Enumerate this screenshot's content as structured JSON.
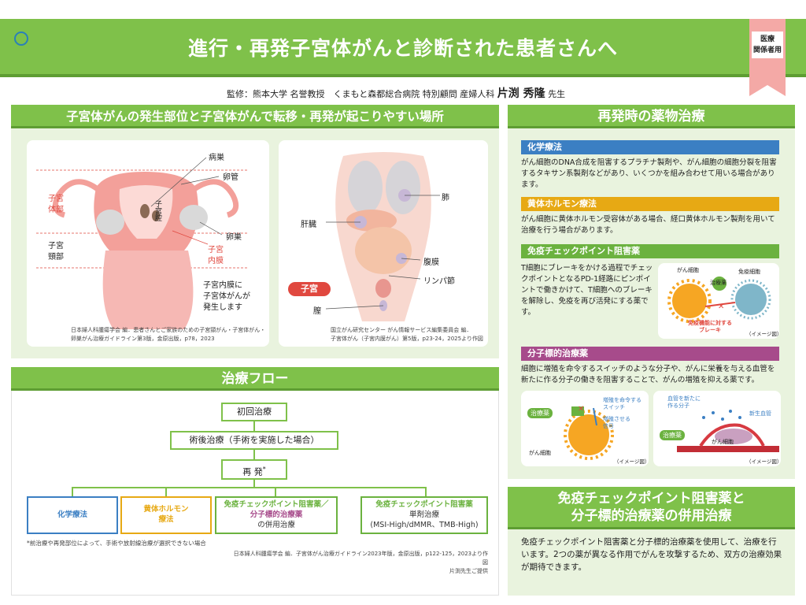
{
  "header": {
    "title": "進行・再発子宮体がんと診断された患者さんへ",
    "ribbon_line1": "医療",
    "ribbon_line2": "関係者用"
  },
  "supervisor": {
    "prefix": "監修：熊本大学 名誉教授　くまもと森都総合病院 特別顧問 産婦人科",
    "name": "片渕 秀隆",
    "honor": "先生"
  },
  "section_sites": {
    "title": "子宮体がんの発生部位と子宮体がんで転移・再発が起こりやすい場所",
    "uterus": {
      "labels": {
        "ovary_disease": "病巣",
        "tube": "卵管",
        "body": "子宮\n体部",
        "cavity": "子宮腔",
        "ovary": "卵巣",
        "endometrium": "子宮\n内膜",
        "cervix": "子宮\n頸部"
      },
      "note": "子宮内膜に\n子宮体がんが\n発生します",
      "citation": "日本婦人科腫瘍学会 編．患者さんとご家族のための子宮頸がん・子宮体がん・\n卵巣がん治療ガイドライン第3版，金原出版，p78，2023"
    },
    "body": {
      "labels": {
        "lung": "肺",
        "liver": "肝臓",
        "peritoneum": "腹膜",
        "lymph": "リンパ節",
        "uterus": "子宮",
        "vagina": "膣"
      },
      "citation": "国立がん研究センター がん情報サービス編集委員会 編．\n子宮体がん（子宮内膜がん）第5版，p23-24，2025より作図"
    }
  },
  "section_flow": {
    "title": "治療フロー",
    "first": "初回治療",
    "postop": "術後治療（手術を実施した場合）",
    "recur": "再 発",
    "recur_mark": "*",
    "options": [
      {
        "lines": [
          "化学療法"
        ],
        "color": "#3b7fc3"
      },
      {
        "lines": [
          "黄体ホルモン",
          "療法"
        ],
        "color": "#e7a914"
      },
      {
        "lines": [
          "免疫チェックポイント阻害薬／",
          "分子標的治療薬",
          "の併用治療"
        ],
        "color": "#6bb23f"
      },
      {
        "lines": [
          "免疫チェックポイント阻害薬",
          "単剤治療",
          "(MSI-High/dMMR、TMB-High)"
        ],
        "color": "#6bb23f"
      }
    ],
    "footnote": "*前治療や再発部位によって、手術や放射線治療が選択できない場合",
    "citation": "日本婦人科腫瘍学会 編．子宮体がん治療ガイドライン2023年版，金原出版，p122-125，2023より作図\n片渕先生ご提供"
  },
  "section_drugs": {
    "title": "再発時の薬物治療",
    "items": [
      {
        "heading": "化学療法",
        "text": "がん細胞のDNA合成を阻害するプラチナ製剤や、がん細胞の細胞分裂を阻害するタキサン系製剤などがあり、いくつかを組み合わせて用いる場合があります。"
      },
      {
        "heading": "黄体ホルモン療法",
        "text": "がん細胞に黄体ホルモン受容体がある場合、経口黄体ホルモン製剤を用いて治療を行う場合があります。"
      },
      {
        "heading": "免疫チェックポイント阻害薬",
        "text": "T細胞にブレーキをかける過程でチェックポイントとなるPD-1経路にピンポイントで働きかけて、T細胞へのブレーキを解除し、免疫を再び活発にする薬です。"
      },
      {
        "heading": "分子標的治療薬",
        "text": "細胞に増殖を命令するスイッチのような分子や、がんに栄養を与える血管を新たに作る分子の働きを阻害することで、がんの増殖を抑える薬です。"
      }
    ],
    "ici_fig": {
      "cancer": "がん細胞",
      "immune": "免疫細胞",
      "drug": "治療薬",
      "brake": "免疫機能に対する\nブレーキ",
      "image_note": "（イメージ図）"
    },
    "mt_fig1": {
      "drug": "治療薬",
      "switch": "増殖を命令する\nスイッチ",
      "signal": "増殖させる\n信号",
      "cancer": "がん細胞",
      "image_note": "（イメージ図）"
    },
    "mt_fig2": {
      "molecule": "血管を新たに\n作る分子",
      "vessel": "新生血管",
      "drug": "治療薬",
      "cancer": "がん細胞",
      "image_note": "（イメージ図）"
    }
  },
  "section_combo": {
    "title_line1": "免疫チェックポイント阻害薬と",
    "title_line2": "分子標的治療薬の併用治療",
    "text": "免疫チェックポイント阻害薬と分子標的治療薬を使用して、治療を行います。2つの薬が異なる作用でがんを攻撃するため、双方の治療効果が期待できます。"
  },
  "colors": {
    "green": "#7fc14a",
    "dark_green": "#5e9d33",
    "panel": "#e9f3de",
    "red": "#e0483f",
    "pink": "#f4a9a6"
  }
}
